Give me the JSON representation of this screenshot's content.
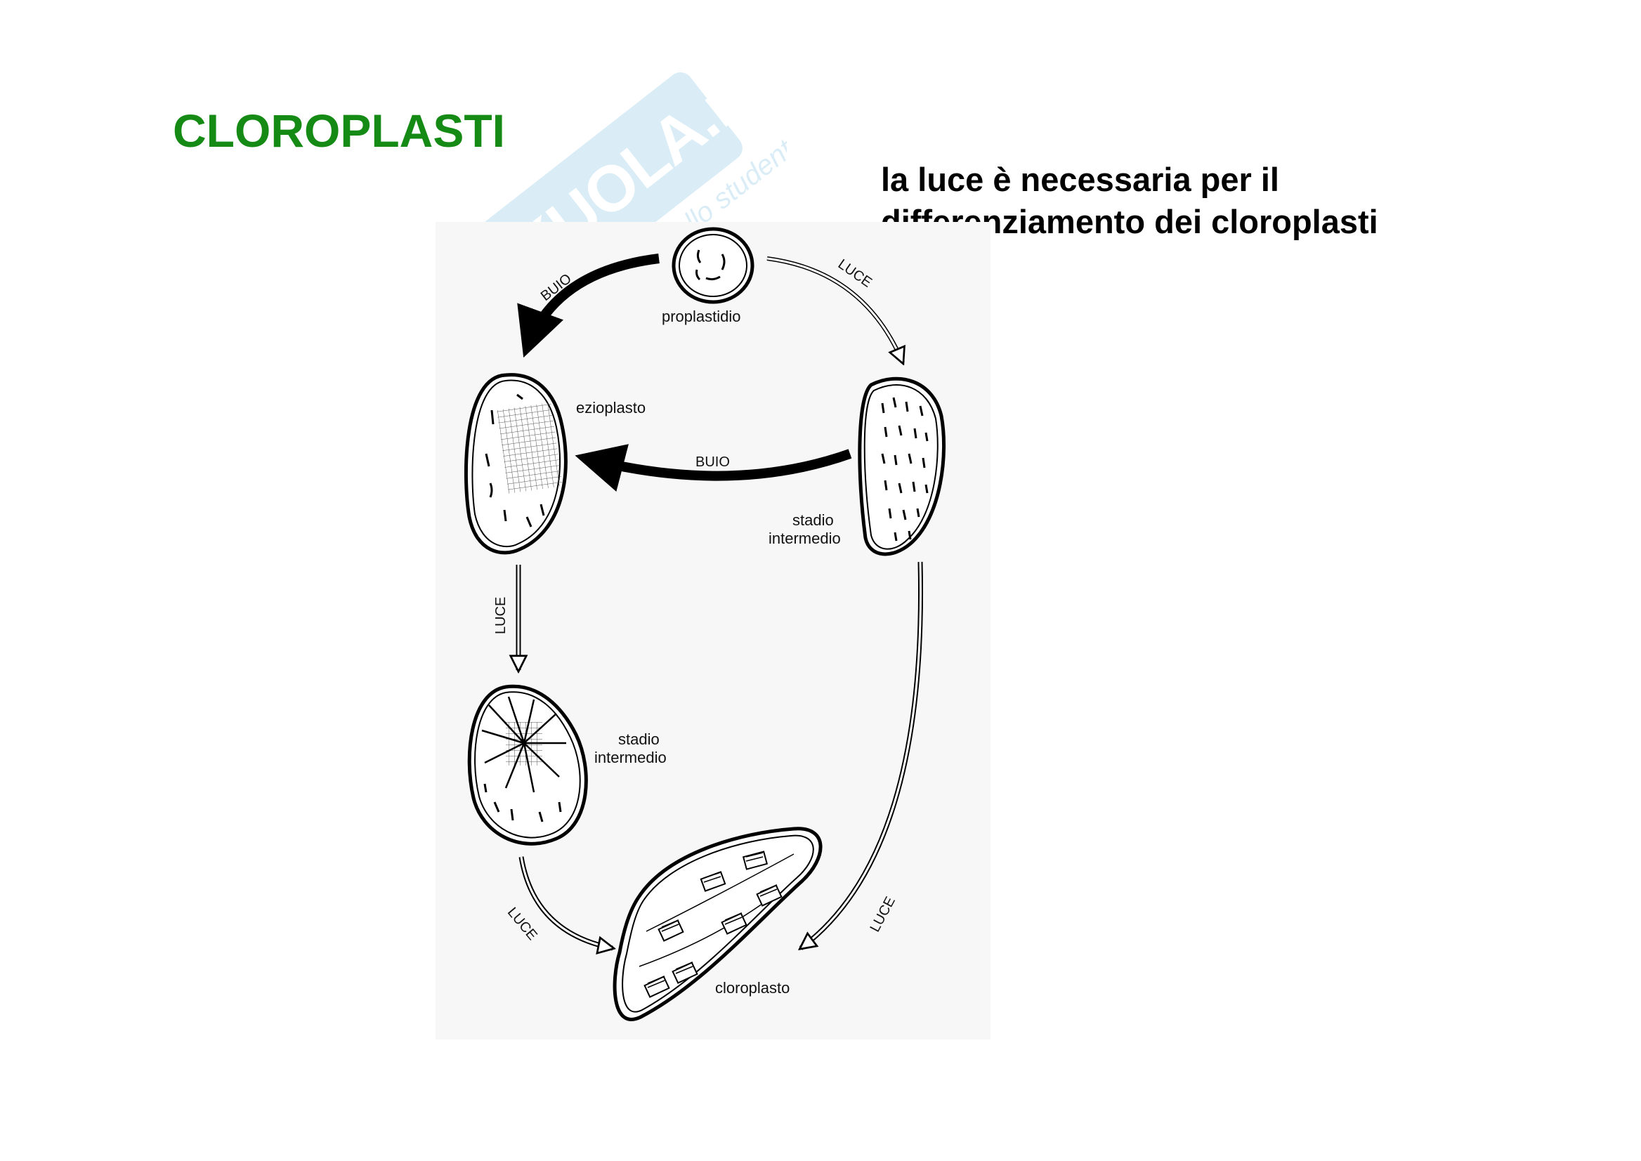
{
  "title": "CLOROPLASTI",
  "subtitle": {
    "line1": "la luce è necessaria per il",
    "line2": "differenziamento dei cloroplasti"
  },
  "watermark": {
    "brand": "SKUOLA.net",
    "tagline": "il paradiso dello studente"
  },
  "diagram": {
    "nodes": {
      "proplastidio": "proplastidio",
      "ezioplasto": "ezioplasto",
      "stadio_intermedio_right_1": "stadio",
      "stadio_intermedio_right_2": "intermedio",
      "stadio_intermedio_left_1": "stadio",
      "stadio_intermedio_left_2": "intermedio",
      "cloroplasto": "cloroplasto"
    },
    "arrows": {
      "proplastidio_to_ezioplasto": "BUIO",
      "proplastidio_to_stadio": "LUCE",
      "stadio_to_ezioplasto": "BUIO",
      "ezioplasto_to_stadio": "LUCE",
      "stadio_to_cloroplasto_left": "LUCE",
      "stadio_to_cloroplasto_right": "LUCE"
    }
  }
}
